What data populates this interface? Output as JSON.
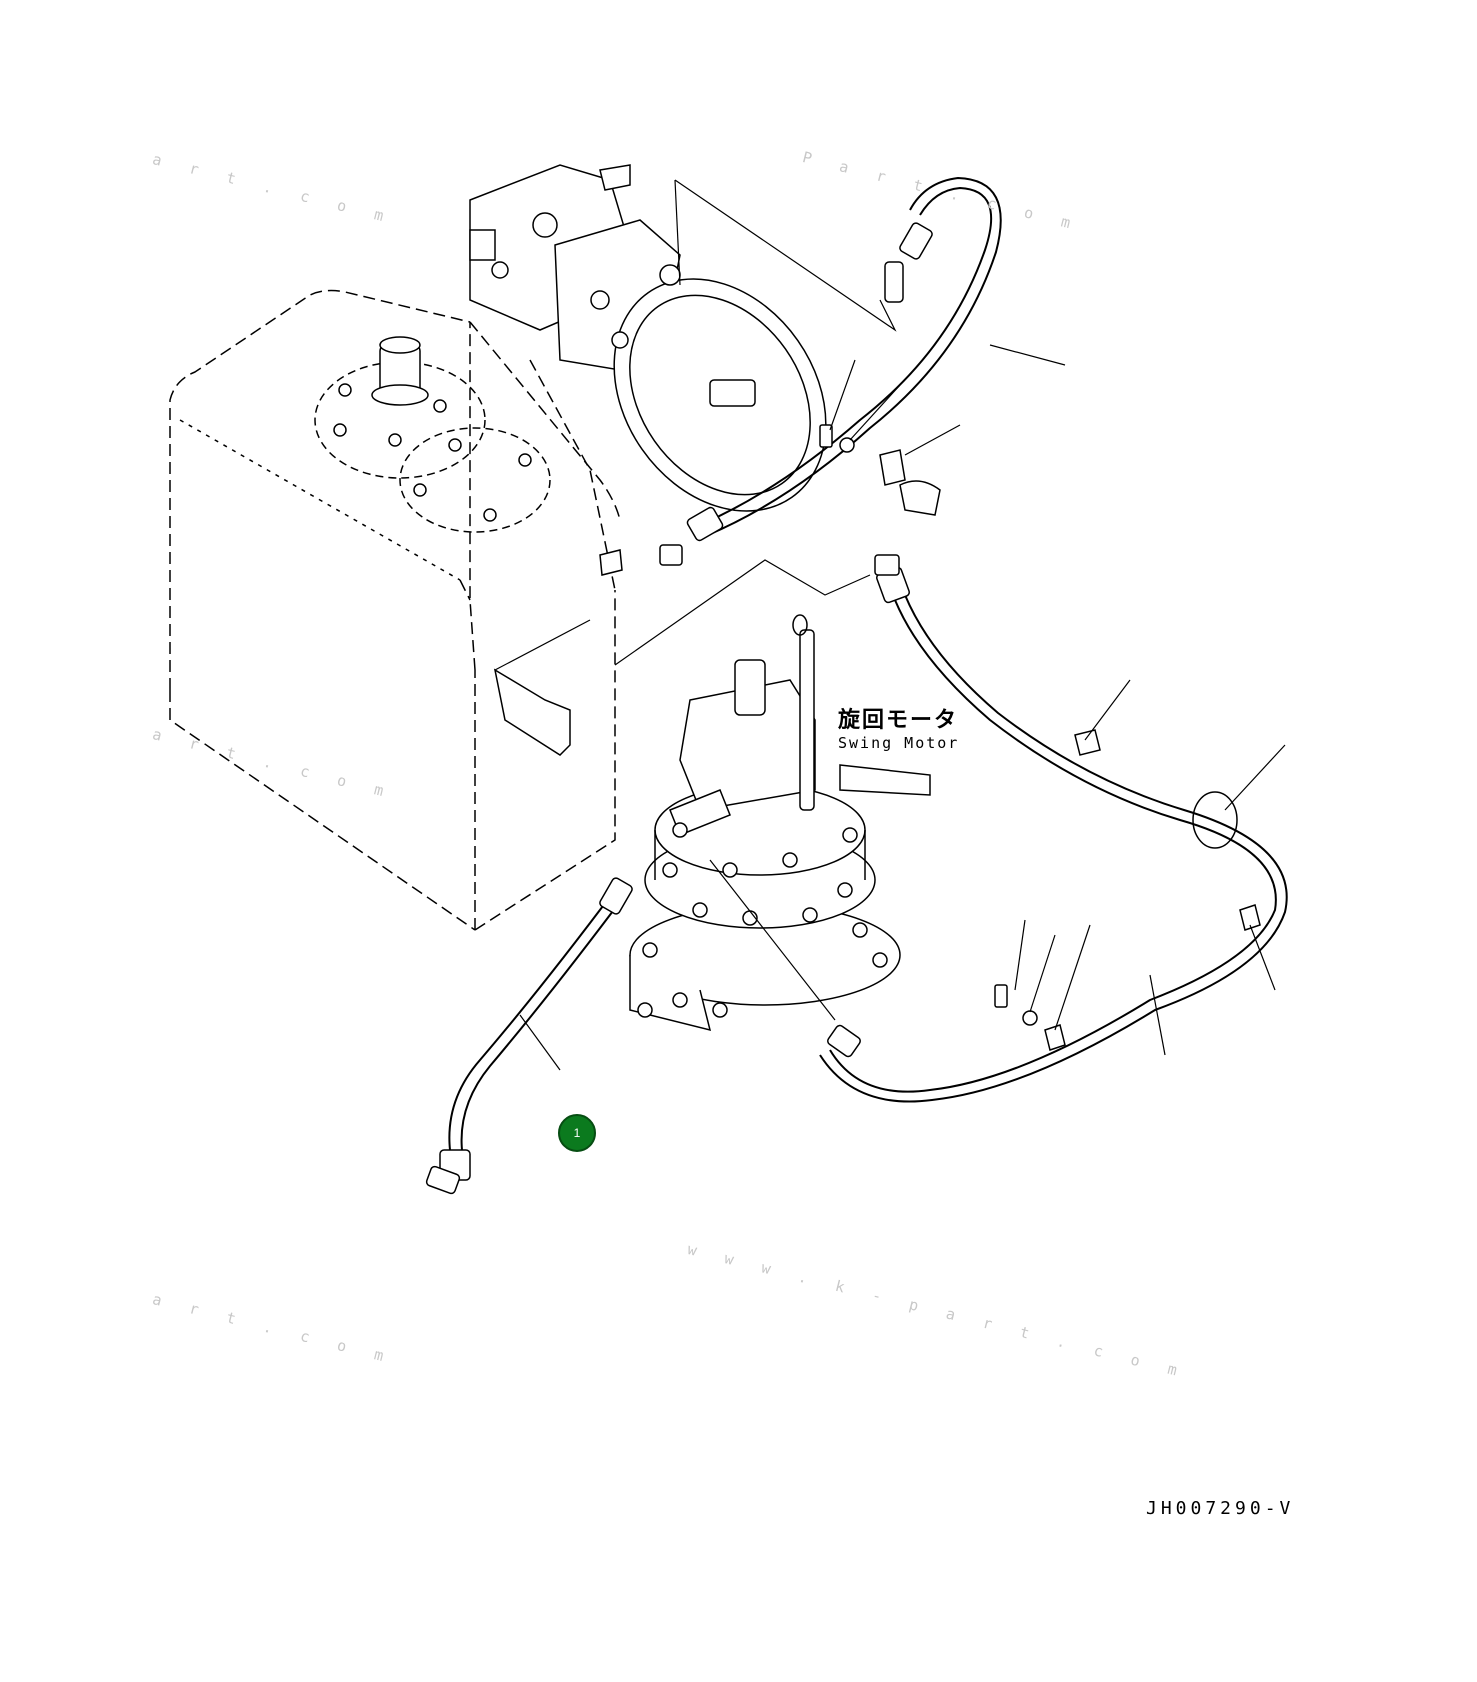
{
  "diagram": {
    "label_japanese": "旋回モータ",
    "label_english": "Swing Motor",
    "reference_code": "JH007290-V",
    "callouts": [
      {
        "number": "1"
      }
    ],
    "watermarks": [
      "a r t . c o m",
      "P a r t . c o m",
      "a r t . c o m",
      "a r t . c o m",
      "w w w . k - p a r t . c o m"
    ]
  },
  "colors": {
    "line": "#000000",
    "callout_fill": "#0b7a1e",
    "watermark": "#c8c8c8"
  }
}
